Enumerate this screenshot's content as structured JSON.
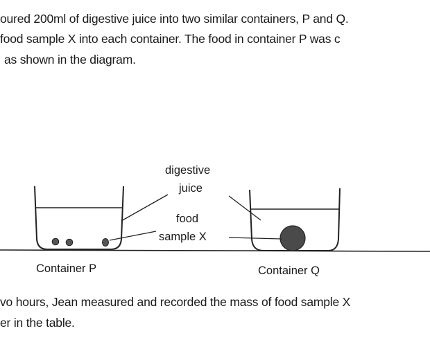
{
  "text": {
    "line1": "oured 200ml of digestive juice into two similar containers, P and Q.",
    "line2": "food sample X into each container. The food in container P was c",
    "line3": "as shown in the diagram.",
    "line4": "vo hours, Jean measured and recorded the mass of food sample X",
    "line5": "er in the table."
  },
  "diagram": {
    "label_digestive": "digestive",
    "label_juice": "juice",
    "label_food": "food",
    "label_sample": "sample X",
    "container_p": "Container P",
    "container_q": "Container Q"
  }
}
